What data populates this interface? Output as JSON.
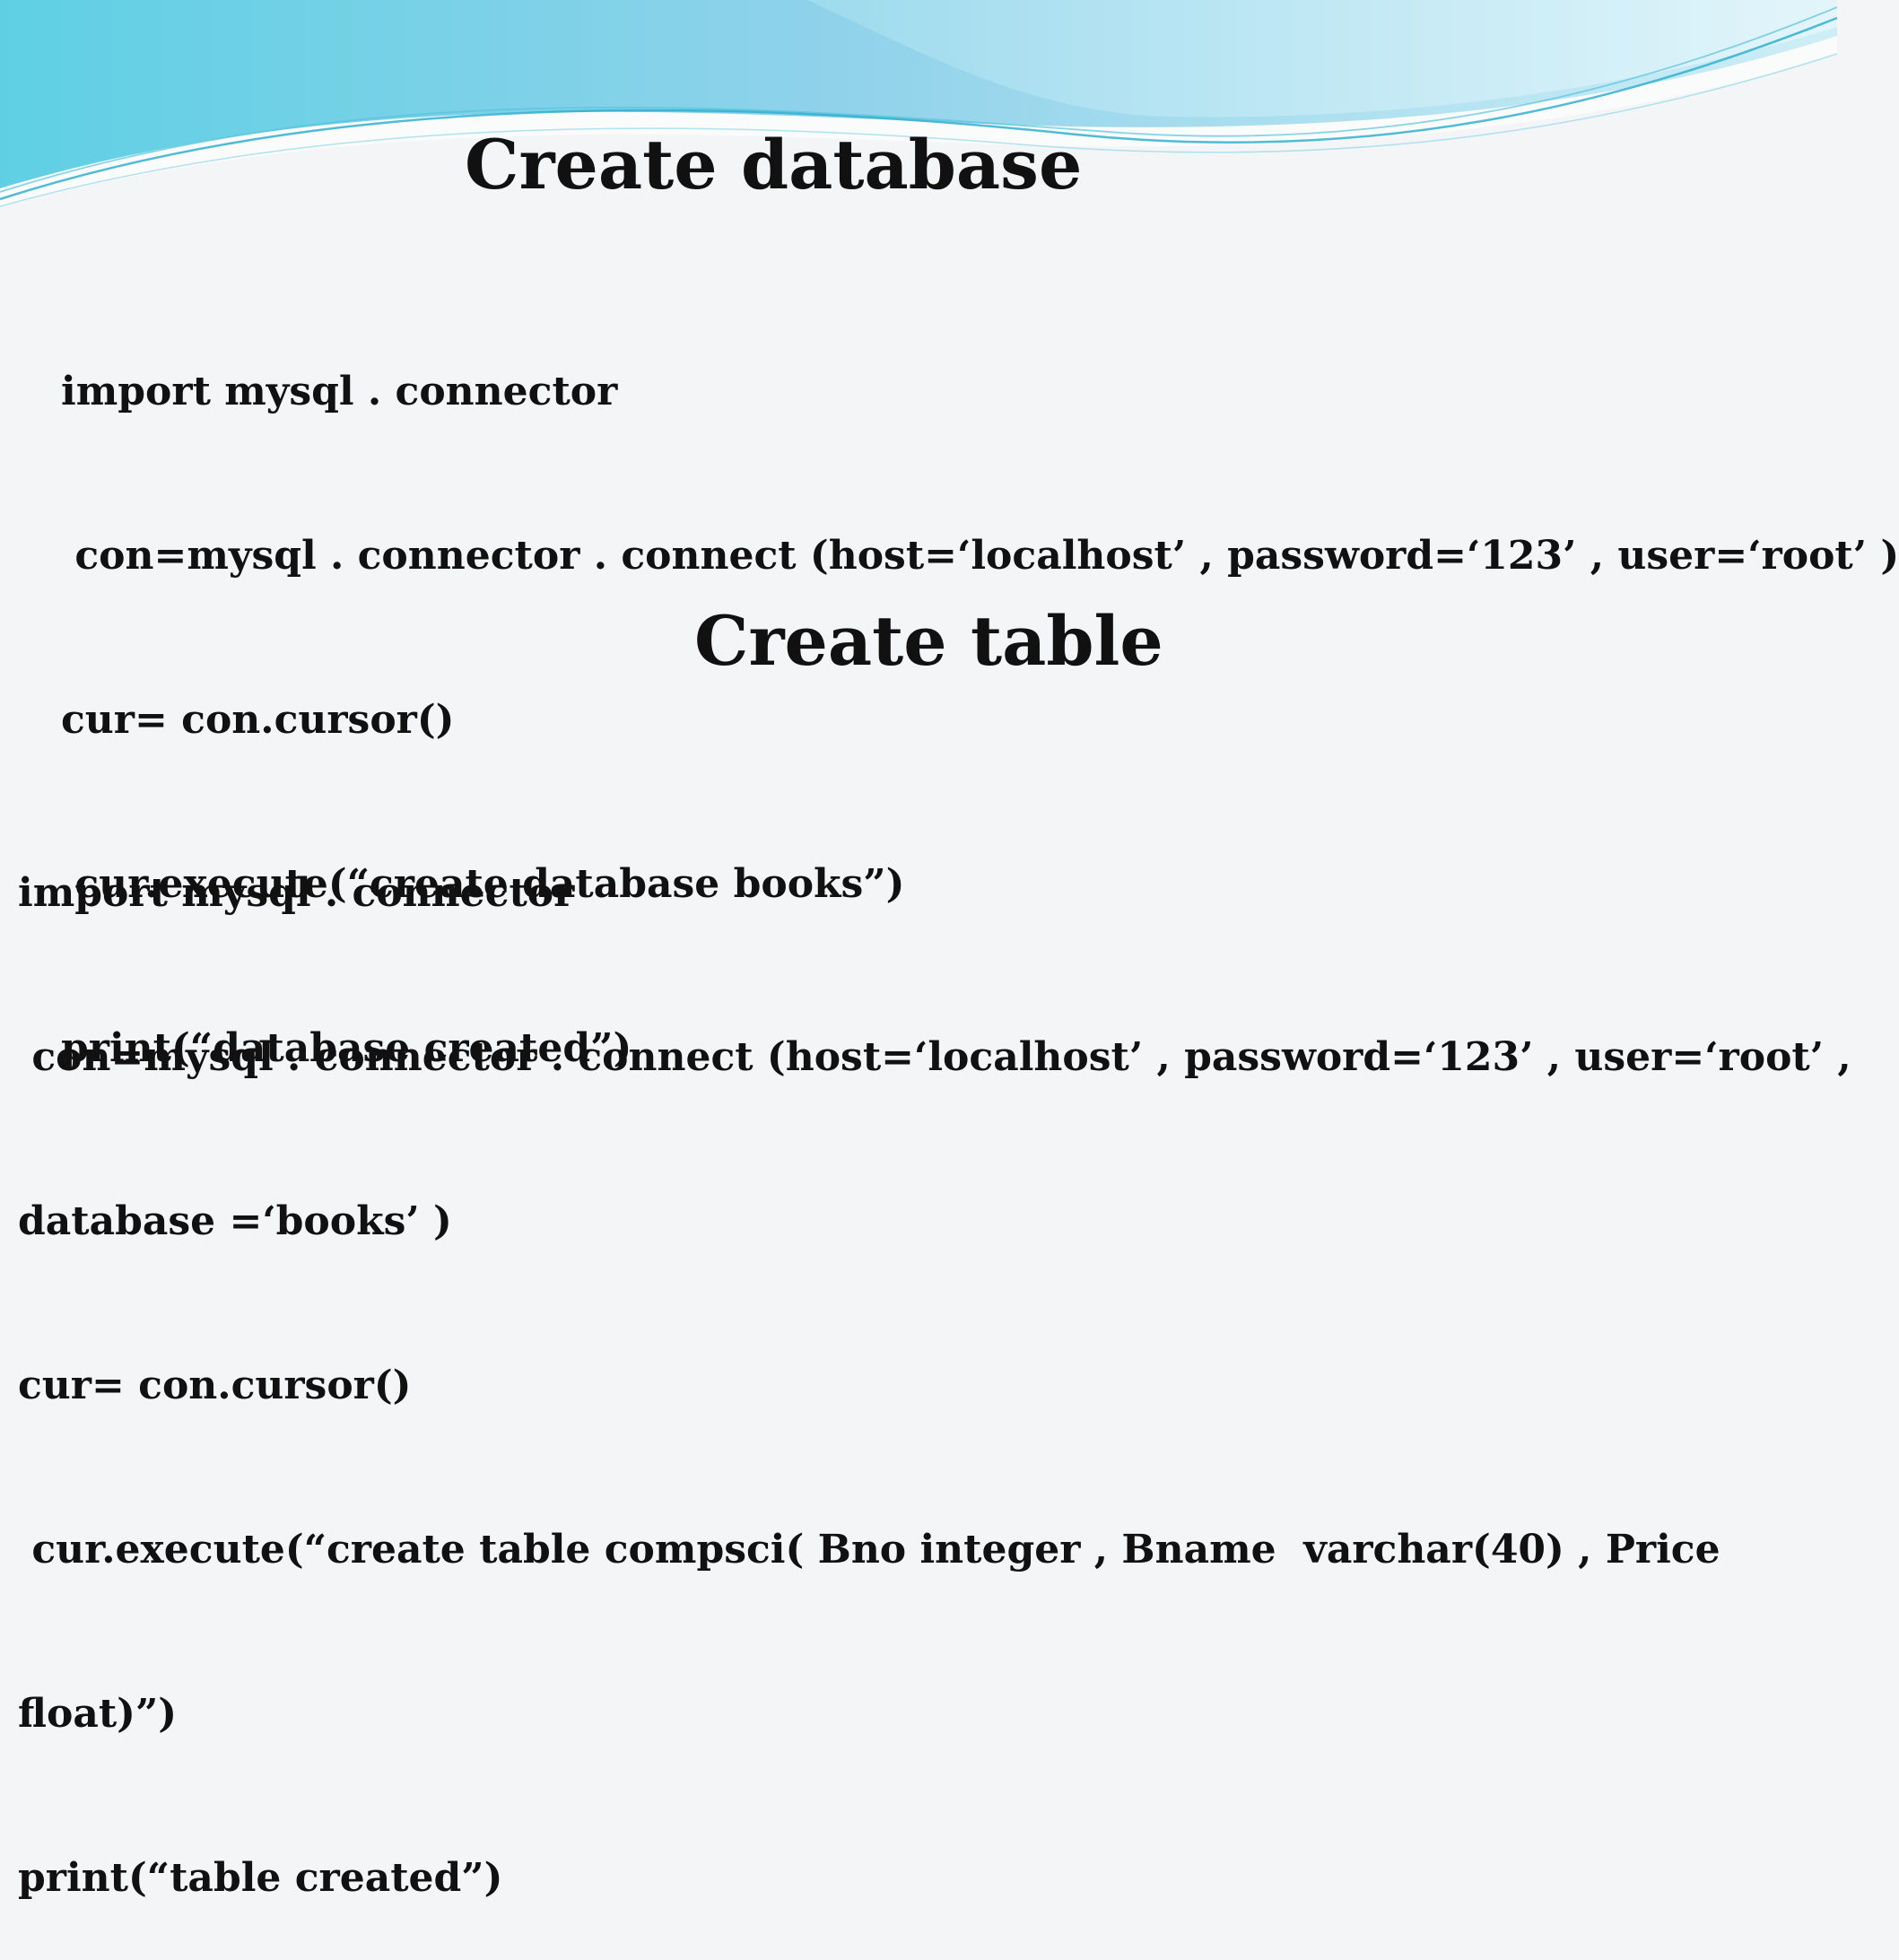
{
  "sections": [
    {
      "heading": "Create database",
      "lines": [
        "import mysql . connector",
        " con=mysql . connector . connect (host=‘localhost’ , password=‘123’ , user=‘root’ )",
        "cur= con.cursor()",
        " cur.execute(“create database books”)",
        "print(“database created”)"
      ]
    },
    {
      "heading": "Create table",
      "lines": [
        "import mysql . connector",
        " con=mysql . connector . connect (host=‘localhost’ , password=‘123’ , user=‘root’ ,",
        "database =‘books’ )",
        "cur= con.cursor()",
        " cur.execute(“create table compsci( Bno integer , Bname  varchar(40) , Price",
        "float)”)",
        "print(“table created”)"
      ]
    }
  ],
  "colors": {
    "background": "#f4f5f7",
    "wave_light": "#bfe6f2",
    "wave_mid": "#7fcfe6",
    "wave_dark": "#3fb7d6",
    "text": "#111111"
  }
}
